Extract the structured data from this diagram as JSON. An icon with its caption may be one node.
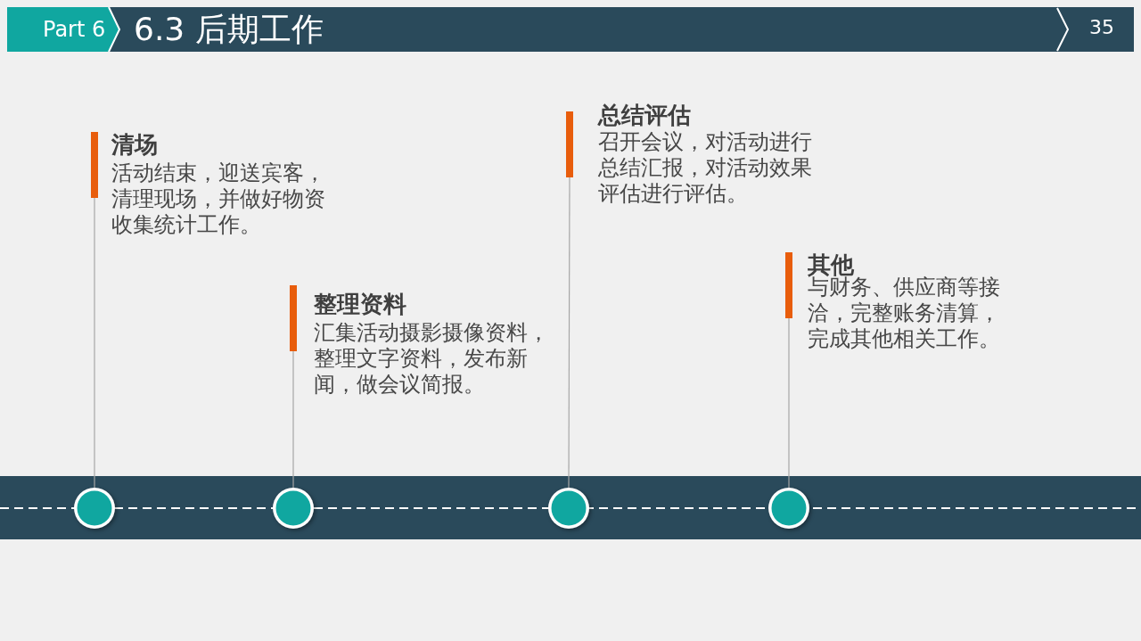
{
  "diagram": {
    "title": "6.3 后期工作",
    "nodes": [
      {
        "text": [
          "清场",
          "活动结束，迎送宾客，清理现场，并做好物资收集统计工作。"
        ]
      },
      {
        "text": [
          "整理资料",
          "汇集活动摄影摄像资料，整理文字资料，发布新闻，做会议简报。"
        ]
      },
      {
        "text": [
          "总结评估",
          "召开会议，对活动进行总结汇报，对活动效果评估进行评估。"
        ]
      },
      {
        "text": [
          "其他",
          "与财务、供应商等接洽，完整账务清算，完成其他相关工作。"
        ]
      },
      {
        "text": [],
        "shape": "circle"
      },
      {
        "text": [],
        "shape": "circle"
      },
      {
        "text": [],
        "shape": "circle"
      },
      {
        "text": [],
        "shape": "circle"
      }
    ],
    "edges": [
      {
        "from": 4,
        "to": 0,
        "arrow": "none"
      },
      {
        "from": 5,
        "to": 1,
        "arrow": "none"
      },
      {
        "from": 6,
        "to": 2,
        "arrow": "none"
      },
      {
        "from": 7,
        "to": 3,
        "arrow": "none"
      }
    ],
    "labels": [
      "Part 6",
      "35"
    ]
  }
}
